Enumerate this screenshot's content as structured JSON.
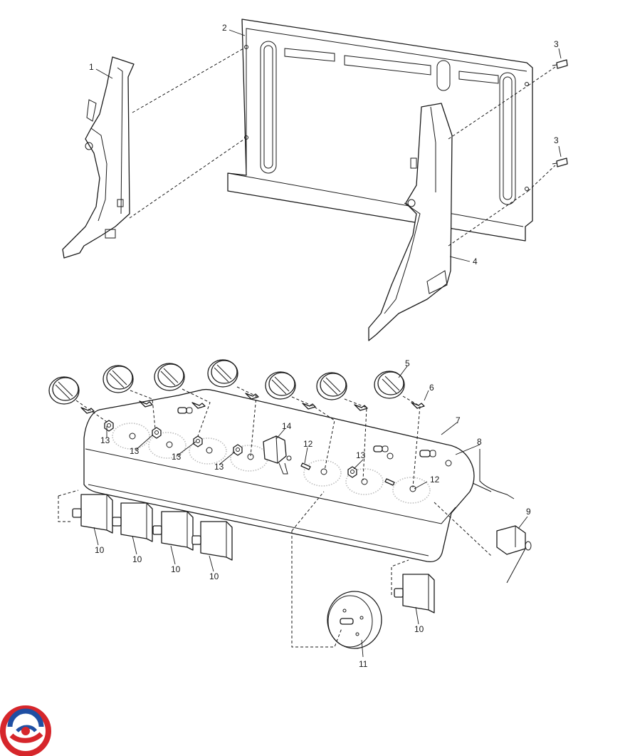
{
  "diagram": {
    "callouts": {
      "c1": "1",
      "c2": "2",
      "c3a": "3",
      "c3b": "3",
      "c4": "4",
      "c5": "5",
      "c6": "6",
      "c7": "7",
      "c8": "8",
      "c9": "9",
      "c10a": "10",
      "c10b": "10",
      "c10c": "10",
      "c10d": "10",
      "c10e": "10",
      "c11": "11",
      "c12a": "12",
      "c12b": "12",
      "c13a": "13",
      "c13b": "13",
      "c13c": "13",
      "c13d": "13",
      "c13e": "13",
      "c14": "14"
    }
  },
  "logo": {
    "colors": {
      "red": "#d6262b",
      "blue": "#1f4fa3"
    }
  }
}
